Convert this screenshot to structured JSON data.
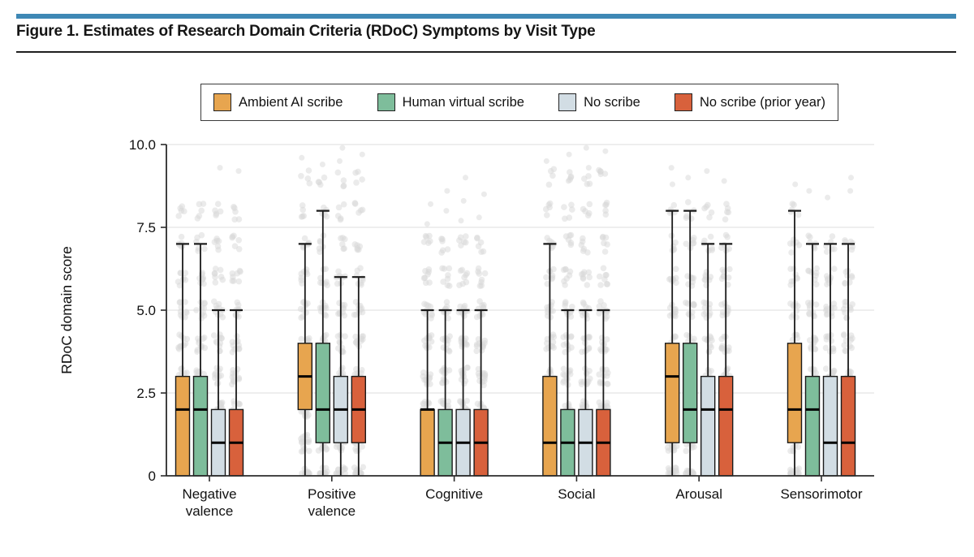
{
  "figure": {
    "title": "Figure 1. Estimates of Research Domain Criteria (RDoC) Symptoms by Visit Type",
    "accent_bar_color": "#3E88B5"
  },
  "legend": {
    "items": [
      {
        "label": "Ambient AI scribe",
        "color": "#E7A54F"
      },
      {
        "label": "Human virtual scribe",
        "color": "#7EBD9B"
      },
      {
        "label": "No scribe",
        "color": "#D2DDE4"
      },
      {
        "label": "No scribe (prior year)",
        "color": "#D8613C"
      }
    ]
  },
  "chart_data": {
    "type": "boxplot",
    "title": "",
    "xlabel": "",
    "ylabel": "RDoC domain score",
    "ylim": [
      0,
      10
    ],
    "yticks": [
      0,
      2.5,
      5.0,
      7.5,
      10.0
    ],
    "ytick_labels": [
      "0",
      "2.5",
      "5.0",
      "7.5",
      "10.0"
    ],
    "grid": "horizontal",
    "legend_position": "top",
    "categories": [
      "Negative valence",
      "Positive valence",
      "Cognitive",
      "Social",
      "Arousal",
      "Sensorimotor"
    ],
    "series": [
      {
        "name": "Ambient AI scribe",
        "color": "#E7A54F",
        "boxes": [
          {
            "q1": 0,
            "median": 2,
            "q3": 3,
            "whisker_low": 0,
            "whisker_high": 7
          },
          {
            "q1": 2,
            "median": 3,
            "q3": 4,
            "whisker_low": 0,
            "whisker_high": 7
          },
          {
            "q1": 0,
            "median": 2,
            "q3": 2,
            "whisker_low": 0,
            "whisker_high": 5
          },
          {
            "q1": 0,
            "median": 1,
            "q3": 3,
            "whisker_low": 0,
            "whisker_high": 7
          },
          {
            "q1": 1,
            "median": 3,
            "q3": 4,
            "whisker_low": 0,
            "whisker_high": 8
          },
          {
            "q1": 1,
            "median": 2,
            "q3": 4,
            "whisker_low": 0,
            "whisker_high": 8
          }
        ]
      },
      {
        "name": "Human virtual scribe",
        "color": "#7EBD9B",
        "boxes": [
          {
            "q1": 0,
            "median": 2,
            "q3": 3,
            "whisker_low": 0,
            "whisker_high": 7
          },
          {
            "q1": 1,
            "median": 2,
            "q3": 4,
            "whisker_low": 0,
            "whisker_high": 8
          },
          {
            "q1": 0,
            "median": 1,
            "q3": 2,
            "whisker_low": 0,
            "whisker_high": 5
          },
          {
            "q1": 0,
            "median": 1,
            "q3": 2,
            "whisker_low": 0,
            "whisker_high": 5
          },
          {
            "q1": 1,
            "median": 2,
            "q3": 4,
            "whisker_low": 0,
            "whisker_high": 8
          },
          {
            "q1": 0,
            "median": 2,
            "q3": 3,
            "whisker_low": 0,
            "whisker_high": 7
          }
        ]
      },
      {
        "name": "No scribe",
        "color": "#D2DDE4",
        "boxes": [
          {
            "q1": 0,
            "median": 1,
            "q3": 2,
            "whisker_low": 0,
            "whisker_high": 5
          },
          {
            "q1": 1,
            "median": 2,
            "q3": 3,
            "whisker_low": 0,
            "whisker_high": 6
          },
          {
            "q1": 0,
            "median": 1,
            "q3": 2,
            "whisker_low": 0,
            "whisker_high": 5
          },
          {
            "q1": 0,
            "median": 1,
            "q3": 2,
            "whisker_low": 0,
            "whisker_high": 5
          },
          {
            "q1": 0,
            "median": 2,
            "q3": 3,
            "whisker_low": 0,
            "whisker_high": 7
          },
          {
            "q1": 0,
            "median": 1,
            "q3": 3,
            "whisker_low": 0,
            "whisker_high": 7
          }
        ]
      },
      {
        "name": "No scribe (prior year)",
        "color": "#D8613C",
        "boxes": [
          {
            "q1": 0,
            "median": 1,
            "q3": 2,
            "whisker_low": 0,
            "whisker_high": 5
          },
          {
            "q1": 1,
            "median": 2,
            "q3": 3,
            "whisker_low": 0,
            "whisker_high": 6
          },
          {
            "q1": 0,
            "median": 1,
            "q3": 2,
            "whisker_low": 0,
            "whisker_high": 5
          },
          {
            "q1": 0,
            "median": 1,
            "q3": 2,
            "whisker_low": 0,
            "whisker_high": 5
          },
          {
            "q1": 0,
            "median": 2,
            "q3": 3,
            "whisker_low": 0,
            "whisker_high": 7
          },
          {
            "q1": 0,
            "median": 1,
            "q3": 3,
            "whisker_low": 0,
            "whisker_high": 7
          }
        ]
      }
    ],
    "scatter": {
      "color": "#D8D8D8",
      "note": "gray jittered raw scores clustered at integer values 0-10 behind each box",
      "dense_max": [
        [
          8,
          8,
          8,
          8
        ],
        [
          9,
          9,
          9,
          9
        ],
        [
          7,
          7,
          7,
          7
        ],
        [
          9,
          9,
          9,
          9
        ],
        [
          8,
          8,
          8,
          8
        ],
        [
          8,
          7,
          7,
          7
        ]
      ],
      "outliers": [
        [
          [],
          [],
          [
            9.3
          ],
          [
            9.2
          ]
        ],
        [
          [
            9.6
          ],
          [
            9.4
          ],
          [
            9.9,
            9.5
          ],
          [
            9.7
          ]
        ],
        [
          [
            8.2,
            7.6
          ],
          [
            8.6,
            8.0
          ],
          [
            8.3,
            9.0,
            7.7
          ],
          [
            8.5,
            7.8
          ]
        ],
        [
          [
            9.5
          ],
          [
            9.7,
            8.9
          ],
          [
            9.9,
            9.3
          ],
          [
            9.8,
            9.1
          ]
        ],
        [
          [
            9.3,
            8.8
          ],
          [
            9.0
          ],
          [
            9.2
          ],
          [
            8.9
          ]
        ],
        [
          [
            8.8
          ],
          [
            8.6
          ],
          [
            8.4
          ],
          [
            9.0,
            8.6
          ]
        ]
      ]
    }
  }
}
